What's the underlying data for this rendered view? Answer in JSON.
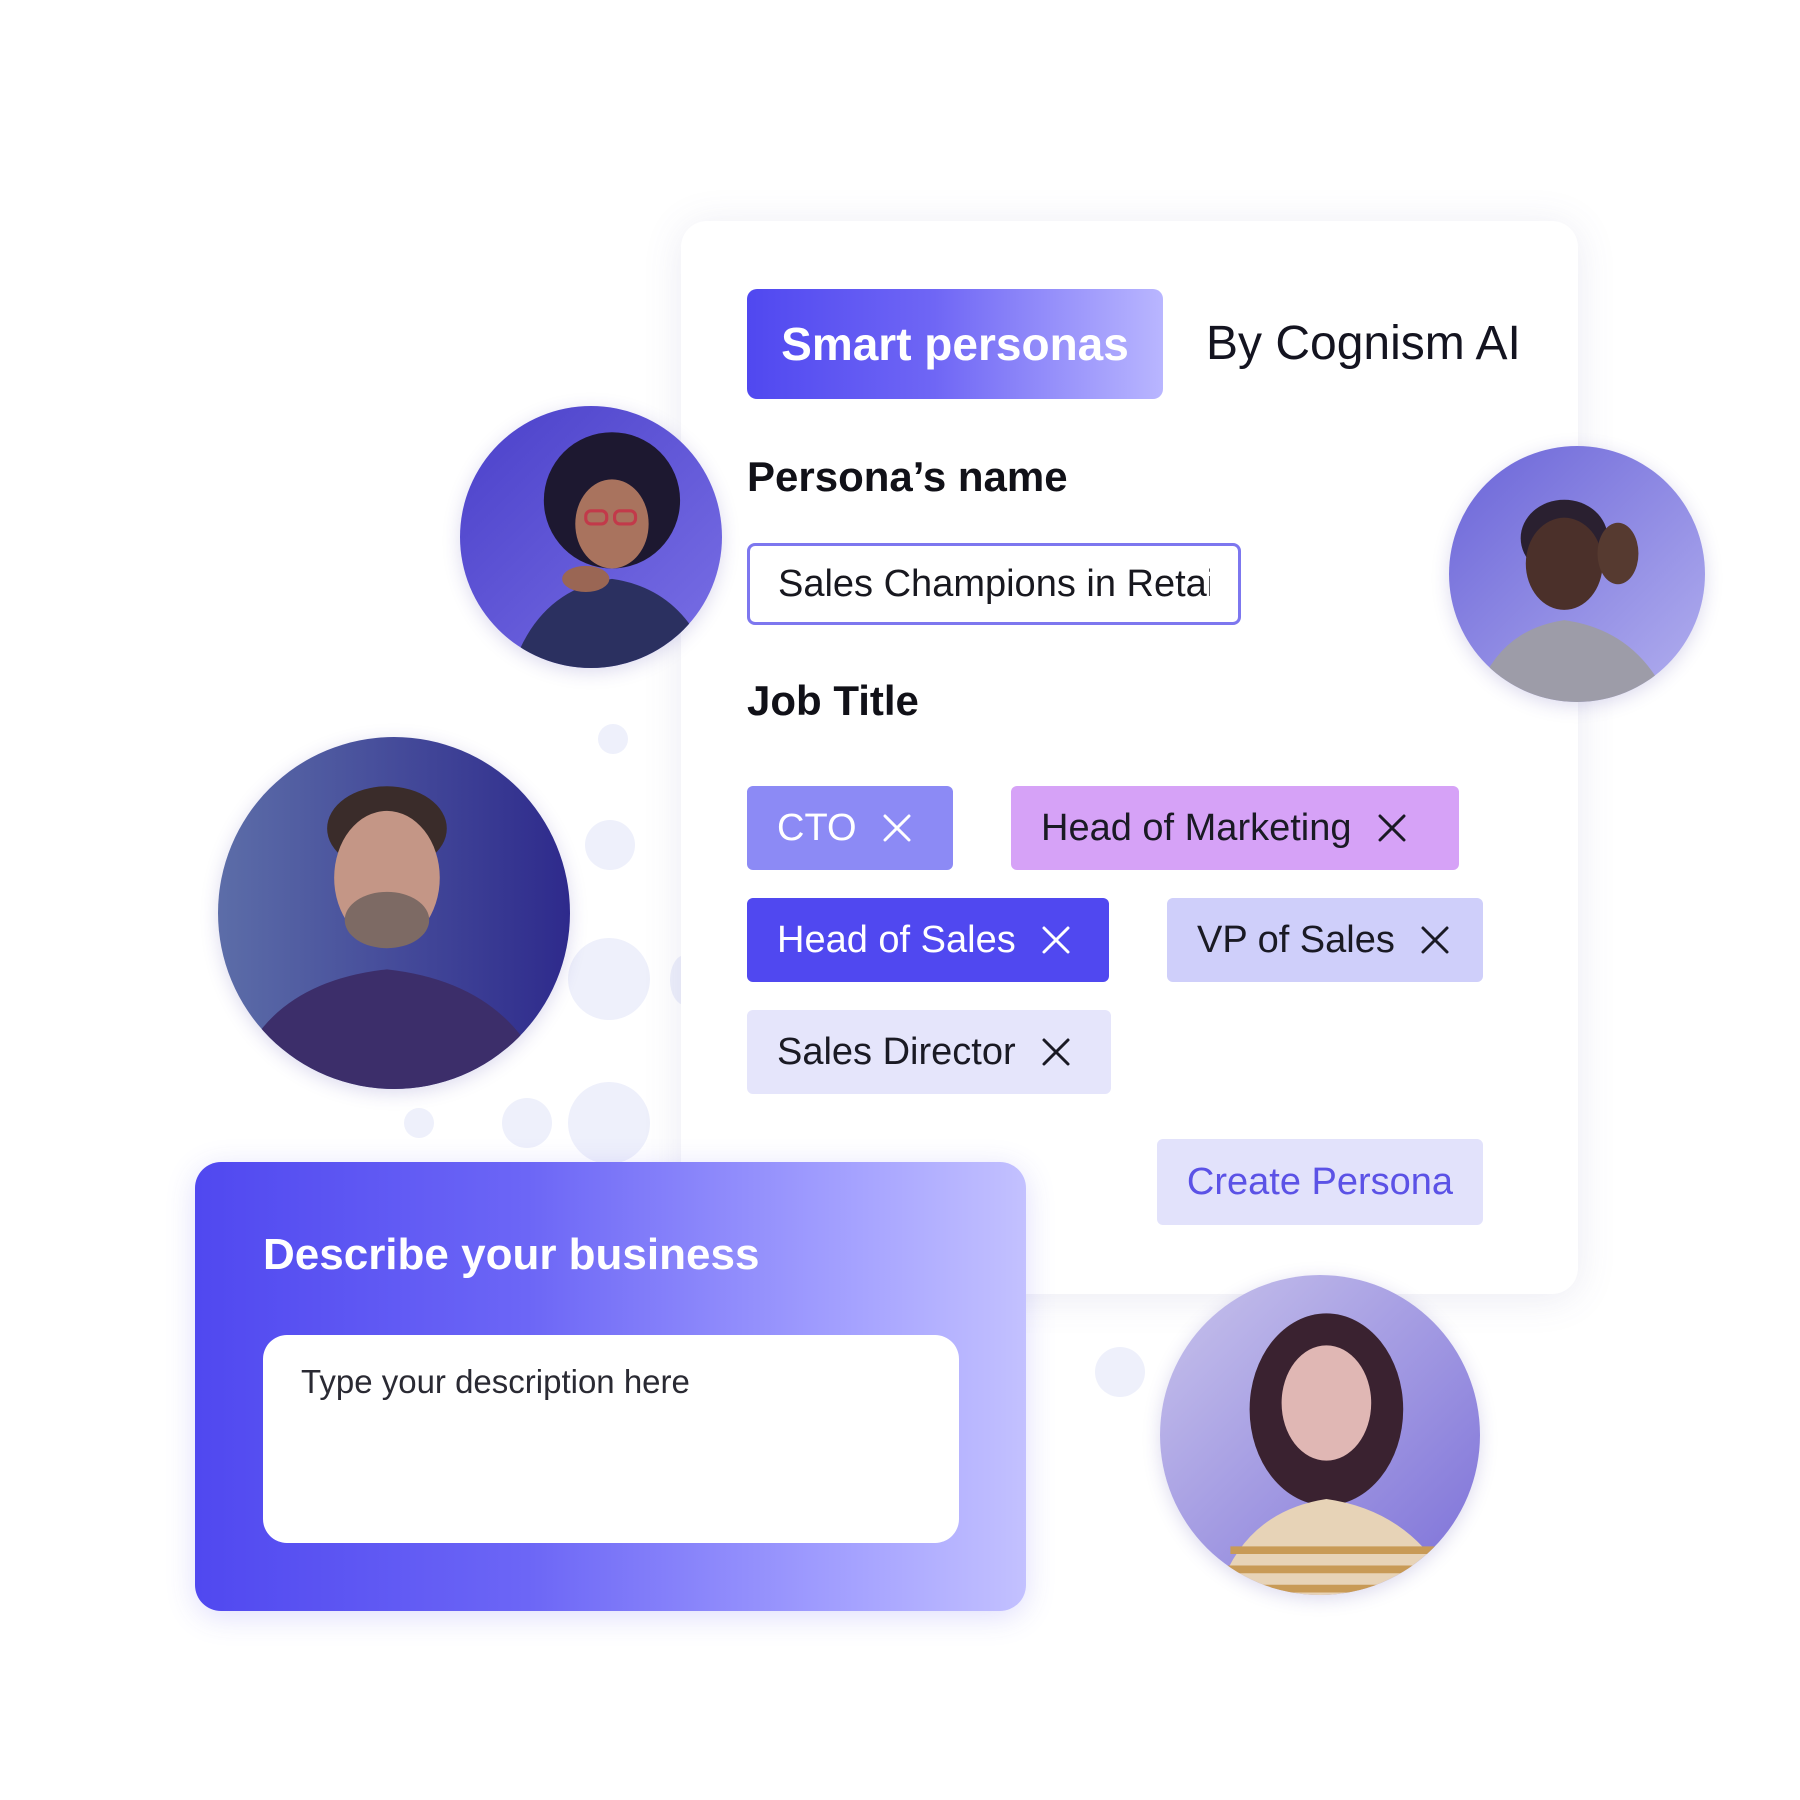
{
  "header": {
    "badge_label": "Smart personas",
    "subtitle": "By Cognism AI"
  },
  "persona_name": {
    "label": "Persona’s name",
    "value": "Sales Champions in Retail"
  },
  "job_title": {
    "label": "Job Title",
    "chips": [
      {
        "label": "CTO",
        "color": "#8c8af5"
      },
      {
        "label": "Head of Marketing",
        "color": "#d6a2f7"
      },
      {
        "label": "Head of Sales",
        "color": "#5048f0"
      },
      {
        "label": "VP of Sales",
        "color": "#cfcffa"
      },
      {
        "label": "Sales Director",
        "color": "#e5e5fb"
      }
    ]
  },
  "actions": {
    "create_label": "Create Persona"
  },
  "business": {
    "title": "Describe your business",
    "placeholder": "Type your description here"
  },
  "colors": {
    "accent": "#5048f0",
    "accent_light": "#b9b6ff",
    "create_text": "#5b52e6"
  }
}
